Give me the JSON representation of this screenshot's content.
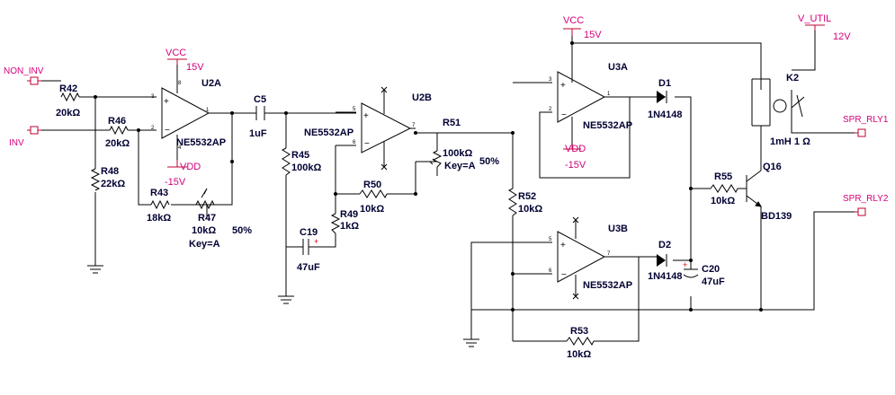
{
  "nets": {
    "non_inv": "NON_INV",
    "inv": "INV",
    "vcc_label": "VCC",
    "vdd_label": "VDD",
    "v_util": "V_UTIL",
    "spr_rly1": "SPR_RLY1",
    "spr_rly2": "SPR_RLY2"
  },
  "supplies": {
    "u2a_pos": "15V",
    "u2a_neg": "-15V",
    "u3a_pos": "15V",
    "u3a_neg": "-15V",
    "util": "12V"
  },
  "opamps": [
    {
      "ref": "U2A",
      "part": "NE5532AP"
    },
    {
      "ref": "U2B",
      "part": "NE5532AP"
    },
    {
      "ref": "U3A",
      "part": "NE5532AP"
    },
    {
      "ref": "U3B",
      "part": "NE5532AP"
    }
  ],
  "resistors": {
    "R42": {
      "ref": "R42",
      "value": "20kΩ"
    },
    "R46": {
      "ref": "R46",
      "value": "20kΩ"
    },
    "R48": {
      "ref": "R48",
      "value": "22kΩ"
    },
    "R43": {
      "ref": "R43",
      "value": "18kΩ"
    },
    "R47": {
      "ref": "R47",
      "value": "10kΩ",
      "pct": "50%",
      "key": "Key=A"
    },
    "R45": {
      "ref": "R45",
      "value": "100kΩ"
    },
    "R50": {
      "ref": "R50",
      "value": "10kΩ"
    },
    "R49": {
      "ref": "R49",
      "value": "1kΩ"
    },
    "R51": {
      "ref": "R51",
      "value": "100kΩ",
      "pct": "50%",
      "key": "Key=A"
    },
    "R52": {
      "ref": "R52",
      "value": "10kΩ"
    },
    "R53": {
      "ref": "R53",
      "value": "10kΩ"
    },
    "R55": {
      "ref": "R55",
      "value": "10kΩ"
    }
  },
  "capacitors": {
    "C5": {
      "ref": "C5",
      "value": "1uF"
    },
    "C19": {
      "ref": "C19",
      "value": "47uF"
    },
    "C20": {
      "ref": "C20",
      "value": "47uF"
    }
  },
  "diodes": {
    "D1": {
      "ref": "D1",
      "part": "1N4148"
    },
    "D2": {
      "ref": "D2",
      "part": "1N4148"
    }
  },
  "transistor": {
    "ref": "Q16",
    "part": "BD139"
  },
  "relay": {
    "ref": "K2",
    "coil": "1mH 1 Ω"
  },
  "colors": {
    "wire": "#000000",
    "label": "#000033",
    "net": "#d4007a",
    "pin": "#c00030",
    "polarity": "#e00000"
  }
}
